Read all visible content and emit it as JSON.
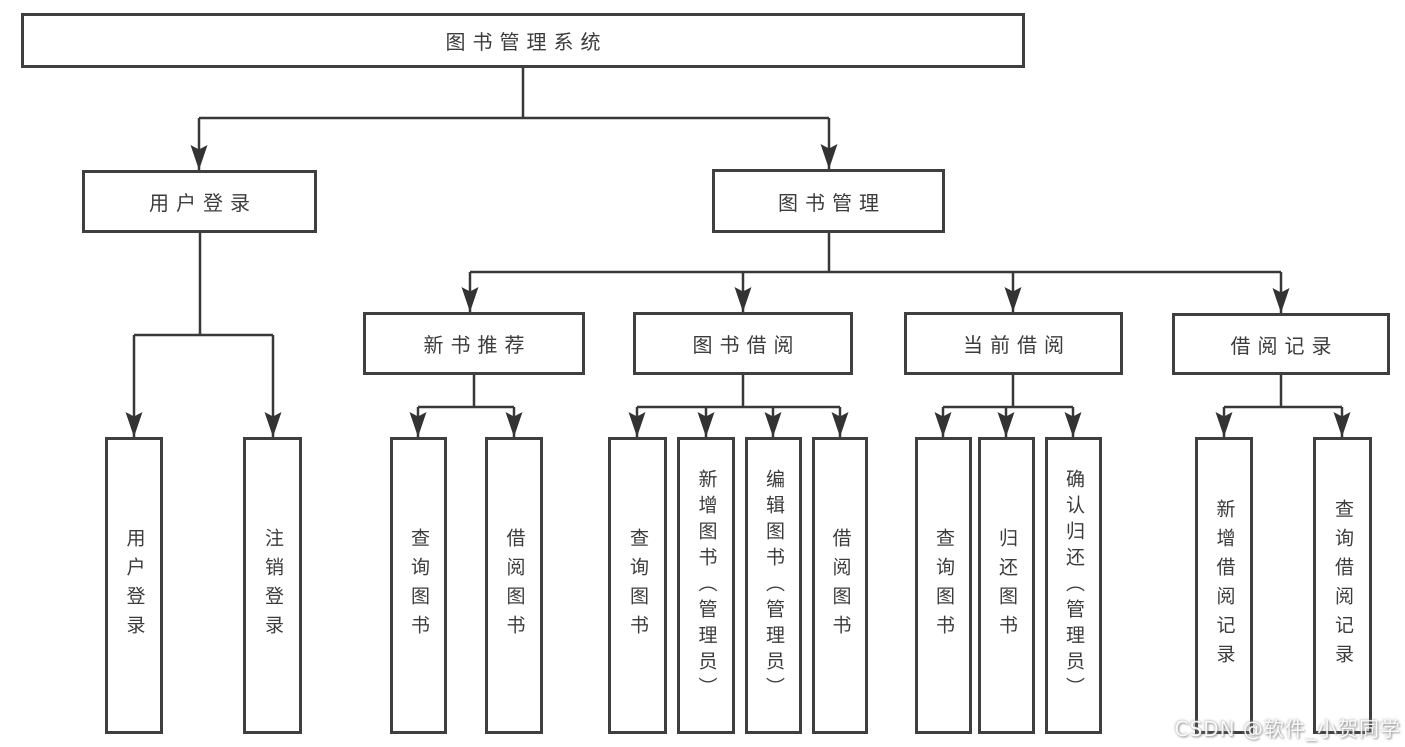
{
  "diagram": {
    "root": {
      "label": "图书管理系统"
    },
    "branches": [
      {
        "label": "用户登录",
        "children": [
          {
            "label": "用户登录"
          },
          {
            "label": "注销登录"
          }
        ]
      },
      {
        "label": "图书管理",
        "children": [
          {
            "label": "新书推荐",
            "children": [
              {
                "label": "查询图书"
              },
              {
                "label": "借阅图书"
              }
            ]
          },
          {
            "label": "图书借阅",
            "children": [
              {
                "label": "查询图书"
              },
              {
                "label": "新增图书（管理员）"
              },
              {
                "label": "编辑图书（管理员）"
              },
              {
                "label": "借阅图书"
              }
            ]
          },
          {
            "label": "当前借阅",
            "children": [
              {
                "label": "查询图书"
              },
              {
                "label": "归还图书"
              },
              {
                "label": "确认归还（管理员）"
              }
            ]
          },
          {
            "label": "借阅记录",
            "children": [
              {
                "label": "新增借阅记录"
              },
              {
                "label": "查询借阅记录"
              }
            ]
          }
        ]
      }
    ]
  },
  "watermark": "CSDN @软件_小贺同学",
  "colors": {
    "box_border": "#3f3f3f",
    "connector_line": "#383838",
    "arrowhead": "#333333",
    "text": "#3c3c3c",
    "background": "#ffffff"
  }
}
